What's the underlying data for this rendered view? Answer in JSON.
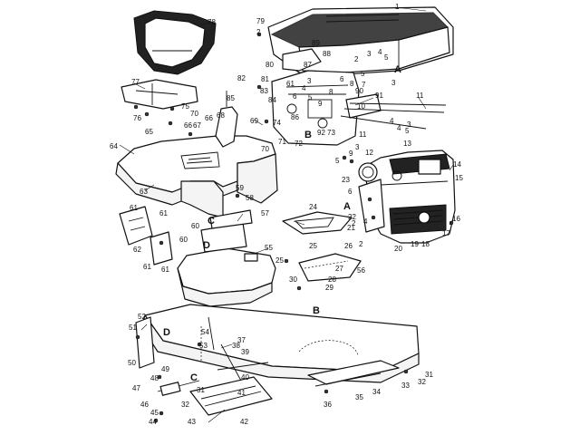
{
  "diagram": {
    "parts": [
      {
        "id": "p1",
        "text": "1"
      },
      {
        "id": "p2a",
        "text": "2"
      },
      {
        "id": "p79",
        "text": "79"
      },
      {
        "id": "p78",
        "text": "78"
      },
      {
        "id": "p77",
        "text": "77"
      },
      {
        "id": "p76",
        "text": "76"
      },
      {
        "id": "p75",
        "text": "75"
      },
      {
        "id": "p70a",
        "text": "70"
      },
      {
        "id": "p65",
        "text": "65"
      },
      {
        "id": "p66a",
        "text": "66"
      },
      {
        "id": "p67",
        "text": "67"
      },
      {
        "id": "p66b",
        "text": "66"
      },
      {
        "id": "p68",
        "text": "68"
      },
      {
        "id": "p69",
        "text": "69"
      },
      {
        "id": "p64",
        "text": "64"
      },
      {
        "id": "p63",
        "text": "63"
      },
      {
        "id": "p71",
        "text": "71"
      },
      {
        "id": "p70b",
        "text": "70"
      },
      {
        "id": "p74",
        "text": "74"
      },
      {
        "id": "p72",
        "text": "72"
      },
      {
        "id": "p73",
        "text": "73"
      },
      {
        "id": "p86",
        "text": "86"
      },
      {
        "id": "p85",
        "text": "85"
      },
      {
        "id": "p84",
        "text": "84"
      },
      {
        "id": "p83",
        "text": "83"
      },
      {
        "id": "p82",
        "text": "82"
      },
      {
        "id": "p81",
        "text": "81"
      },
      {
        "id": "p80",
        "text": "80"
      },
      {
        "id": "p61a",
        "text": "61"
      },
      {
        "id": "p89",
        "text": "89"
      },
      {
        "id": "p88",
        "text": "88"
      },
      {
        "id": "p87",
        "text": "87"
      },
      {
        "id": "p92",
        "text": "92"
      },
      {
        "id": "p9",
        "text": "9"
      },
      {
        "id": "p90",
        "text": "90"
      },
      {
        "id": "p91",
        "text": "91"
      },
      {
        "id": "p10",
        "text": "10"
      },
      {
        "id": "p11a",
        "text": "11"
      },
      {
        "id": "p11b",
        "text": "11"
      },
      {
        "id": "p8a",
        "text": "8"
      },
      {
        "id": "p8b",
        "text": "8"
      },
      {
        "id": "p7",
        "text": "7"
      },
      {
        "id": "p6a",
        "text": "6"
      },
      {
        "id": "p5a",
        "text": "5"
      },
      {
        "id": "p4a",
        "text": "4"
      },
      {
        "id": "p3a",
        "text": "3"
      },
      {
        "id": "p2b",
        "text": "2"
      },
      {
        "id": "p3b",
        "text": "3"
      },
      {
        "id": "p4b",
        "text": "4"
      },
      {
        "id": "p5b",
        "text": "5"
      },
      {
        "id": "p3c",
        "text": "3"
      },
      {
        "id": "p5c",
        "text": "5"
      },
      {
        "id": "p4c",
        "text": "4"
      },
      {
        "id": "p3d",
        "text": "3"
      },
      {
        "id": "p4d",
        "text": "4"
      },
      {
        "id": "p5d",
        "text": "5"
      },
      {
        "id": "p6b",
        "text": "6"
      },
      {
        "id": "p13",
        "text": "13"
      },
      {
        "id": "p12",
        "text": "12"
      },
      {
        "id": "p3e",
        "text": "3"
      },
      {
        "id": "p9b",
        "text": "9"
      },
      {
        "id": "p5e",
        "text": "5"
      },
      {
        "id": "p14",
        "text": "14"
      },
      {
        "id": "p15",
        "text": "15"
      },
      {
        "id": "p23",
        "text": "23"
      },
      {
        "id": "p6c",
        "text": "6"
      },
      {
        "id": "p22",
        "text": "22"
      },
      {
        "id": "p2c",
        "text": "2"
      },
      {
        "id": "p21",
        "text": "21"
      },
      {
        "id": "p16",
        "text": "16"
      },
      {
        "id": "p17",
        "text": "17"
      },
      {
        "id": "p18",
        "text": "18"
      },
      {
        "id": "p19",
        "text": "19"
      },
      {
        "id": "p20",
        "text": "20"
      },
      {
        "id": "p4e",
        "text": "4"
      },
      {
        "id": "p2d",
        "text": "2"
      },
      {
        "id": "p24",
        "text": "24"
      },
      {
        "id": "p25a",
        "text": "25"
      },
      {
        "id": "p26",
        "text": "26"
      },
      {
        "id": "p25b",
        "text": "25"
      },
      {
        "id": "p27",
        "text": "27"
      },
      {
        "id": "p56",
        "text": "56"
      },
      {
        "id": "p30",
        "text": "30"
      },
      {
        "id": "p28",
        "text": "28"
      },
      {
        "id": "p29",
        "text": "29"
      },
      {
        "id": "p55",
        "text": "55"
      },
      {
        "id": "p57",
        "text": "57"
      },
      {
        "id": "p58",
        "text": "58"
      },
      {
        "id": "p59",
        "text": "59"
      },
      {
        "id": "p60a",
        "text": "60"
      },
      {
        "id": "p60b",
        "text": "60"
      },
      {
        "id": "p61b",
        "text": "61"
      },
      {
        "id": "p61c",
        "text": "61"
      },
      {
        "id": "p62",
        "text": "62"
      },
      {
        "id": "p61d",
        "text": "61"
      },
      {
        "id": "p61e",
        "text": "61"
      },
      {
        "id": "p52",
        "text": "52"
      },
      {
        "id": "p51",
        "text": "51"
      },
      {
        "id": "p54",
        "text": "54"
      },
      {
        "id": "p53",
        "text": "53"
      },
      {
        "id": "p38",
        "text": "38"
      },
      {
        "id": "p37",
        "text": "37"
      },
      {
        "id": "p39",
        "text": "39"
      },
      {
        "id": "p40",
        "text": "40"
      },
      {
        "id": "p50",
        "text": "50"
      },
      {
        "id": "p49",
        "text": "49"
      },
      {
        "id": "p48",
        "text": "48"
      },
      {
        "id": "p47",
        "text": "47"
      },
      {
        "id": "p46",
        "text": "46"
      },
      {
        "id": "p45",
        "text": "45"
      },
      {
        "id": "p44",
        "text": "44"
      },
      {
        "id": "p43",
        "text": "43"
      },
      {
        "id": "p42",
        "text": "42"
      },
      {
        "id": "p41",
        "text": "41"
      },
      {
        "id": "p31a",
        "text": "31"
      },
      {
        "id": "p32a",
        "text": "32"
      },
      {
        "id": "p33",
        "text": "33"
      },
      {
        "id": "p34",
        "text": "34"
      },
      {
        "id": "p35",
        "text": "35"
      },
      {
        "id": "p36",
        "text": "36"
      },
      {
        "id": "p31b",
        "text": "31"
      },
      {
        "id": "p32b",
        "text": "32"
      }
    ],
    "refs": [
      {
        "id": "rA1",
        "text": "A"
      },
      {
        "id": "rA2",
        "text": "A"
      },
      {
        "id": "rB1",
        "text": "B"
      },
      {
        "id": "rB2",
        "text": "B"
      },
      {
        "id": "rC1",
        "text": "C"
      },
      {
        "id": "rC2",
        "text": "C"
      },
      {
        "id": "rD1",
        "text": "D"
      },
      {
        "id": "rD2",
        "text": "D"
      }
    ]
  }
}
